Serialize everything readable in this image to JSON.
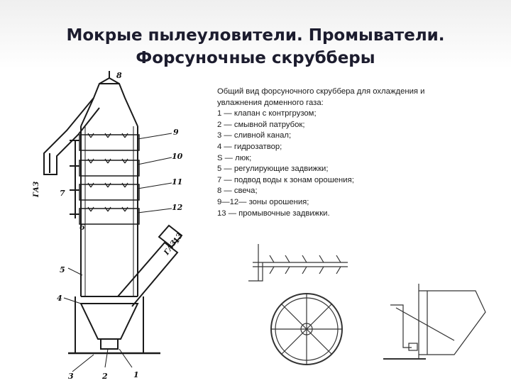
{
  "title": {
    "line1": "Мокрые пылеуловители. Промыватели.",
    "line2": "Форсуночные скрубберы"
  },
  "caption": {
    "heading1": "Общий вид форсуночного скруббера для охлаждения и",
    "heading2": "увлажнения доменного газа:",
    "items": [
      "1 — клапан с контргрузом;",
      "2 — смывной патрубок;",
      "3 — сливной канал;",
      "4 — гидрозатвор;",
      "S — люк;",
      "5 — регулирующие задвижки;",
      "7 — подвод воды к зонам орошения;",
      "8 — свеча;",
      "9—12— зоны орошения;",
      "13 — промывочные задвижки."
    ]
  },
  "diagram": {
    "labels": {
      "n1": "1",
      "n2": "2",
      "n3": "3",
      "n4": "4",
      "n5": "5",
      "n6": "6",
      "n7": "7",
      "n8": "8",
      "n9": "9",
      "n10": "10",
      "n11": "11",
      "n12": "12",
      "n13": "13"
    },
    "gas_in": "ГАЗ",
    "gas_out": "ГАЗ"
  },
  "colors": {
    "ink": "#1a1a1a",
    "title": "#1c1c2e"
  }
}
